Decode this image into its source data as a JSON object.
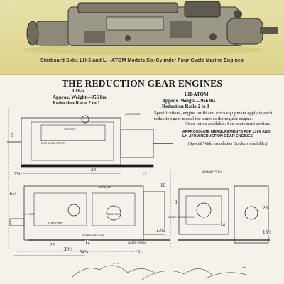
{
  "caption": "Starboard Side, LH-6 and LH-ATOM Models Six-Cylinder Four-Cycle Marine Engines",
  "title": "THE REDUCTION GEAR ENGINES",
  "lh6": {
    "model": "LH-6",
    "weight": "Approx. Weight—956 lbs.",
    "ratio": "Reduction Ratio 2 to 1"
  },
  "lhatom": {
    "model": "LH-ATOM",
    "weight": "Approx. Weight—956 lbs.",
    "ratio": "Reduction Ratio 2 to 1"
  },
  "notes": {
    "specs": "Specifications, engine outfit and extra equipment apply to each reduction gear model the same as the regular engine.",
    "ratios": "Other ratios available. See equipment section.",
    "approx": "APPROXIMATE MEASUREMENTS FOR LH-6 AND LH-ATOM REDUCTION GEAR ENGINES",
    "special": "(Special Wide Installation Brackets available.)"
  },
  "labels": {
    "exchange_water": "EXCHANGE WATER",
    "starter": "STARTER",
    "outrigger": "OUTRIGGER",
    "oil_pump": "OIL PUMP",
    "oil_filler": "OIL FILLER",
    "starboard_side": "STARBOARD SIDE",
    "water_connection": "WATER CONNECTION",
    "water_drain": "WATER DRAIN",
    "breather": "BREATHER",
    "fuel_pump": "FUEL PUMP",
    "minimum_pitch": "MINIMUM PITCH"
  },
  "dims": {
    "d28": "28",
    "d7": "7¼",
    "d5": "5",
    "d11": "11",
    "d6": "6½",
    "d12": "12",
    "d22": "22",
    "d30": "30½",
    "d54": "54½",
    "d15": "15",
    "d9": "9",
    "d14": "14",
    "d20": "20",
    "d10": "10",
    "d13": "13½",
    "d15b": "15½"
  }
}
